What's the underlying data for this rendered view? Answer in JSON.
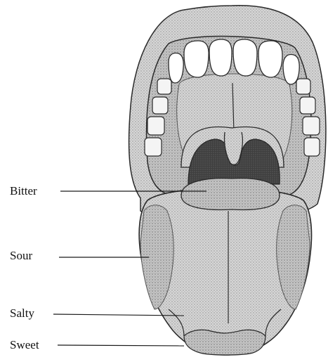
{
  "labels": {
    "bitter": "Bitter",
    "sour": "Sour",
    "salty": "Salty",
    "sweet": "Sweet"
  },
  "colors": {
    "line": "#2a2a2a",
    "lip": "#cfcfcf",
    "tongue": "#bdbdbd",
    "palate": "#c6c6c6",
    "throat": "#4a4a4a",
    "teeth": "#ffffff"
  }
}
